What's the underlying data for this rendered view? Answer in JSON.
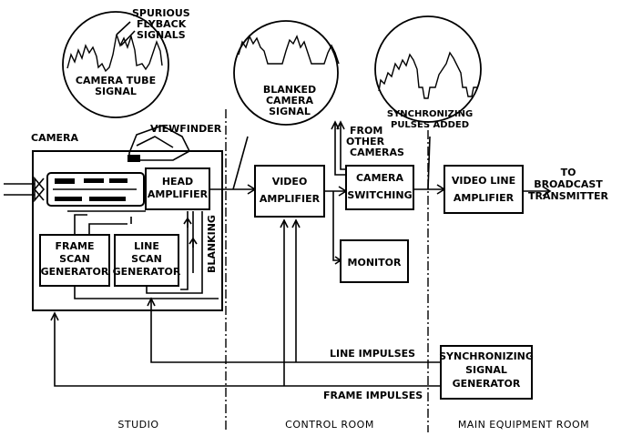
{
  "waveform_labels": {
    "camera_tube_signal": [
      "CAMERA TUBE",
      "SIGNAL"
    ],
    "spurious_flyback": [
      "SPURIOUS",
      "FLYBACK",
      "SIGNALS"
    ],
    "blanked_camera_signal": [
      "BLANKED",
      "CAMERA",
      "SIGNAL"
    ],
    "sync_pulses_added": [
      "SYNCHRONIZING",
      "PULSES ADDED"
    ]
  },
  "camera": {
    "label": "CAMERA",
    "viewfinder": "VIEWFINDER",
    "head_amplifier": [
      "HEAD",
      "AMPLIFIER"
    ],
    "frame_scan_generator": [
      "FRAME",
      "SCAN",
      "GENERATOR"
    ],
    "line_scan_generator": [
      "LINE",
      "SCAN",
      "GENERATOR"
    ],
    "blanking": "BLANKING"
  },
  "control_room": {
    "video_amplifier": [
      "VIDEO",
      "AMPLIFIER"
    ],
    "from_other_cameras": [
      "FROM",
      "OTHER",
      "CAMERAS"
    ],
    "camera_switching": [
      "CAMERA",
      "SWITCHING"
    ],
    "monitor": "MONITOR"
  },
  "main_equipment": {
    "video_line_amplifier": [
      "VIDEO LINE",
      "AMPLIFIER"
    ],
    "to_transmitter": [
      "TO",
      "BROADCAST",
      "TRANSMITTER"
    ],
    "sync_signal_generator": [
      "SYNCHRONIZING",
      "SIGNAL",
      "GENERATOR"
    ],
    "line_impulses": "LINE IMPULSES",
    "frame_impulses": "FRAME IMPULSES"
  },
  "zones": {
    "studio": "STUDIO",
    "control_room": "CONTROL ROOM",
    "main_equipment_room": "MAIN EQUIPMENT ROOM"
  }
}
